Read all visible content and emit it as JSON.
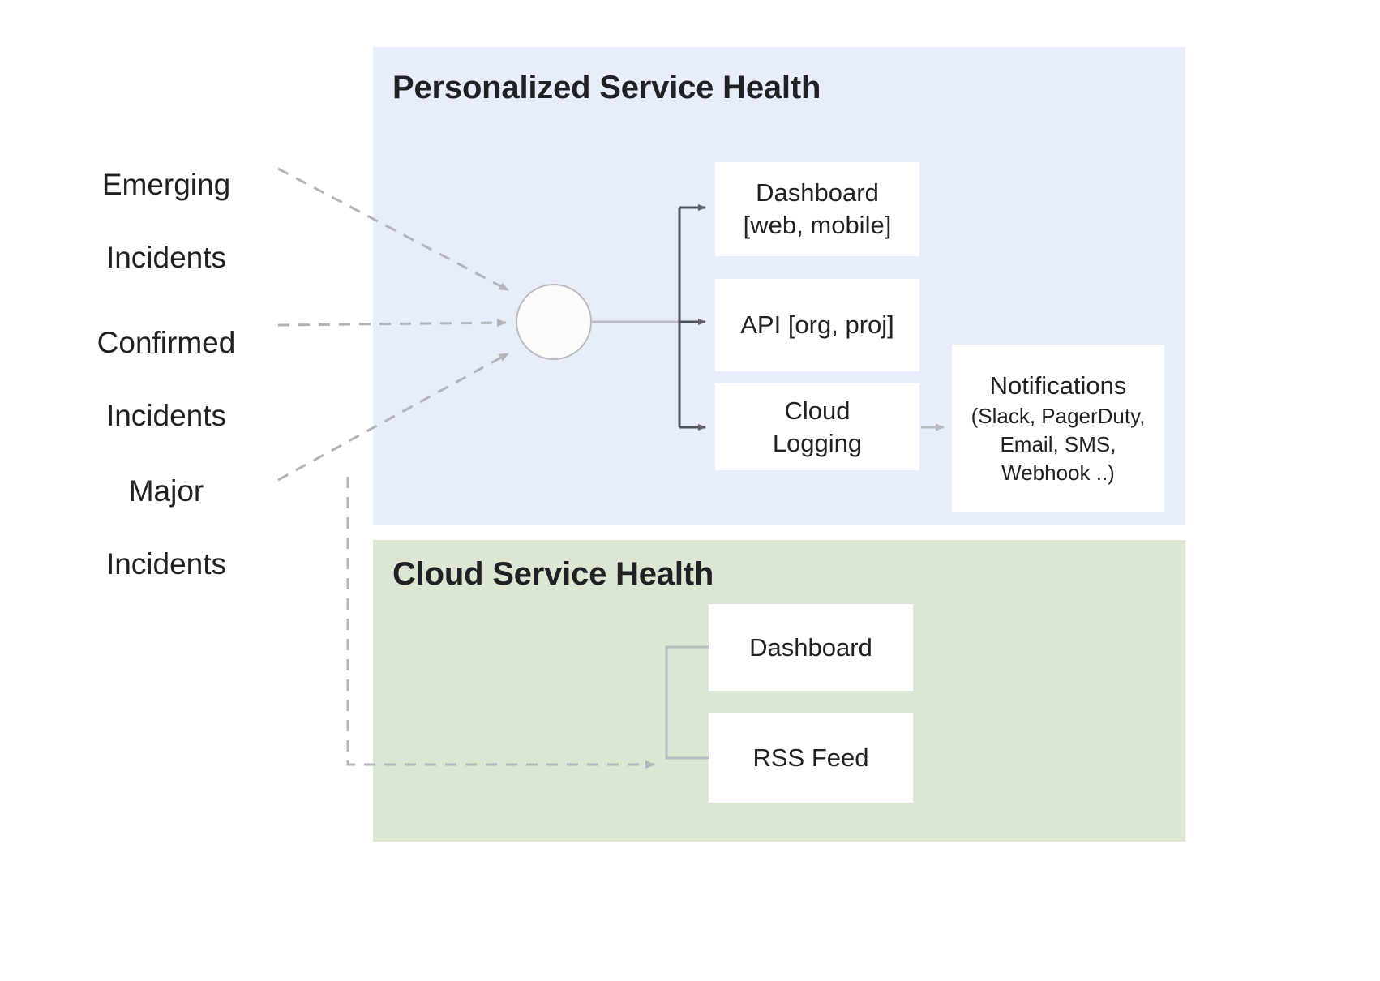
{
  "diagram": {
    "title_hidden": "",
    "colors": {
      "personalized_panel_bg": "#e8edfb",
      "cloud_panel_bg": "#dbe7d2",
      "box_bg": "#ffffff",
      "text": "#202124",
      "solid_arrow": "#5f6368",
      "dashed_arrow": "#b0b5ba",
      "light_connector": "#b6bcc0",
      "hub_fill": "#fbfbfb",
      "hub_stroke": "#b9bcbe"
    }
  },
  "sources": [
    {
      "id": "emerging",
      "line1": "Emerging",
      "line2": "Incidents"
    },
    {
      "id": "confirmed",
      "line1": "Confirmed",
      "line2": "Incidents"
    },
    {
      "id": "major",
      "line1": "Major",
      "line2": "Incidents"
    }
  ],
  "panels": [
    {
      "id": "personalized-service-health",
      "title": "Personalized Service Health",
      "nodes": [
        {
          "id": "psh-dashboard",
          "line1": "Dashboard",
          "line2": "[web, mobile]"
        },
        {
          "id": "psh-api",
          "line1": "API [org, proj]",
          "line2": ""
        },
        {
          "id": "psh-cloud-logging",
          "line1": "Cloud",
          "line2": "Logging"
        },
        {
          "id": "psh-notifications",
          "line1": "Notifications",
          "line2": "(Slack, PagerDuty,\nEmail, SMS,\nWebhook ..)"
        }
      ]
    },
    {
      "id": "cloud-service-health",
      "title": "Cloud Service Health",
      "nodes": [
        {
          "id": "csh-dashboard",
          "line1": "Dashboard",
          "line2": ""
        },
        {
          "id": "csh-rss-feed",
          "line1": "RSS Feed",
          "line2": ""
        }
      ]
    }
  ]
}
